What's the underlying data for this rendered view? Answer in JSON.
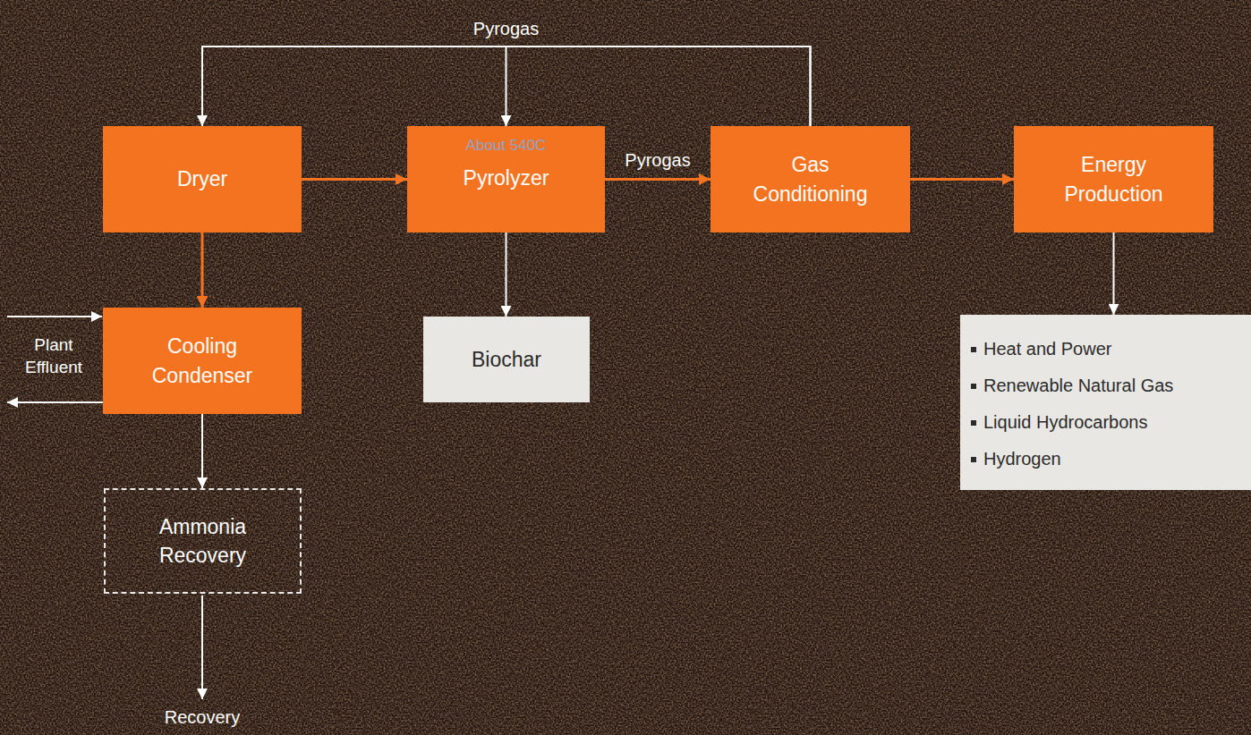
{
  "diagram": {
    "nodes": [
      {
        "text": [
          "Dryer"
        ]
      },
      {
        "text": [
          "About 540C",
          "Pyrolyzer"
        ]
      },
      {
        "text": [
          "Gas Conditioning"
        ]
      },
      {
        "text": [
          "Energy Production"
        ]
      },
      {
        "text": [
          "Cooling Condenser"
        ]
      },
      {
        "text": [
          "Biochar"
        ]
      },
      {
        "text": [
          "Heat and Power",
          "Renewable Natural Gas",
          "Liquid Hydrocarbons",
          "Hydrogen"
        ]
      },
      {
        "text": [
          "Ammonia Recovery"
        ]
      }
    ],
    "edges": [
      {
        "from": 0,
        "to": 1,
        "arrow": "to"
      },
      {
        "from": 1,
        "to": 2,
        "label": "Pyrogas",
        "arrow": "to"
      },
      {
        "from": 2,
        "to": 3,
        "arrow": "to"
      },
      {
        "from": 2,
        "to": 0,
        "arrow": "to"
      },
      {
        "from": 2,
        "to": 1,
        "label": "Pyrogas",
        "arrow": "to"
      },
      {
        "from": 0,
        "to": 4,
        "arrow": "to"
      },
      {
        "from": 1,
        "to": 5,
        "arrow": "to"
      },
      {
        "from": 3,
        "to": 6,
        "arrow": "to"
      },
      {
        "from": 4,
        "to": 7,
        "arrow": "to"
      }
    ],
    "labels": [
      "Plant Effluent",
      "Recovery"
    ]
  }
}
